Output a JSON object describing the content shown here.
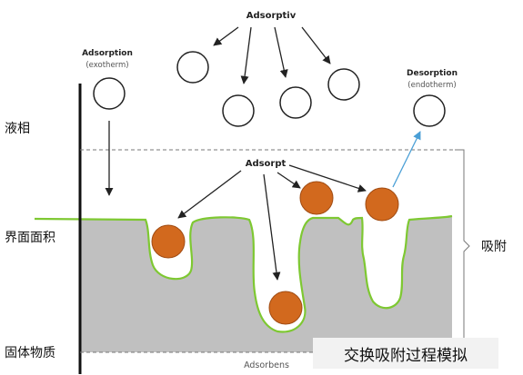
{
  "labels": {
    "adsorptiv": "Adsorptiv",
    "adsorption_title": "Adsorption",
    "adsorption_sub": "(exotherm)",
    "desorption_title": "Desorption",
    "desorption_sub": "(endotherm)",
    "adsorpt": "Adsorpt",
    "adsorbens": "Adsorbens",
    "liquid_phase": "液相",
    "interface": "界面面积",
    "solid": "固体物质",
    "adsorb_bracket": "吸附"
  },
  "caption": "交换吸附过程模拟",
  "colors": {
    "solid_fill": "#c0c0c0",
    "surface_line": "#7ec832",
    "particle_fill": "#d2691e",
    "particle_stroke": "#a04b12",
    "arrow": "#222222",
    "desorption_arrow": "#4a9fd6",
    "dashed_line": "#777777"
  }
}
